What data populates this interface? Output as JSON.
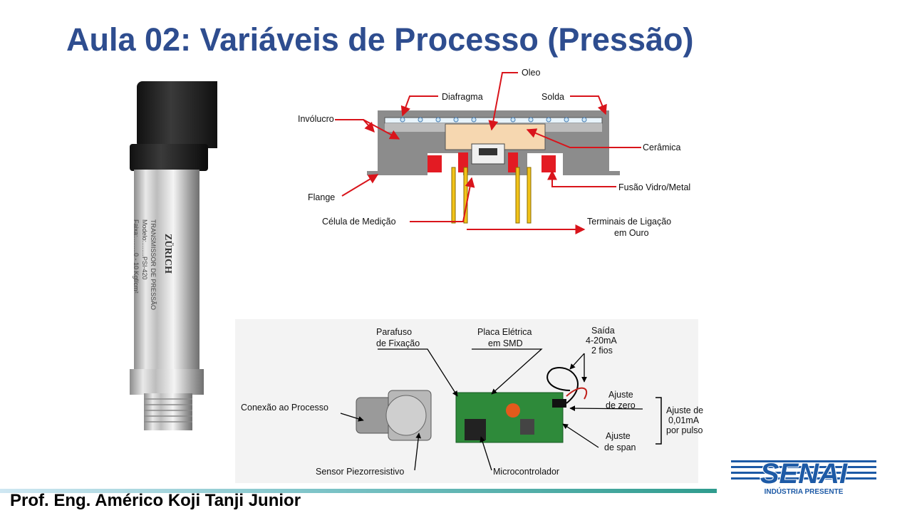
{
  "slide": {
    "title": "Aula 02: Variáveis de Processo (Pressão)",
    "author": "Prof. Eng. Américo Koji Tanji Junior"
  },
  "transmitter": {
    "brand": "ZÜRICH",
    "line1": "TRANSMISSOR DE PRESSÃO",
    "line2": "Modelo:........PSI-420",
    "line3": "Faixa:.........0 - 10 Kgf/cm²"
  },
  "cell_diagram": {
    "labels": {
      "oleo": "Oleo",
      "diafragma": "Diafragma",
      "solda": "Solda",
      "involucro": "Invólucro",
      "ceramica": "Cerâmica",
      "flange": "Flange",
      "fusao": "Fusão Vidro/Metal",
      "celula": "Célula de Medição",
      "terminais_1": "Terminais de Ligação",
      "terminais_2": "em Ouro"
    }
  },
  "board_diagram": {
    "labels": {
      "parafuso_1": "Parafuso",
      "parafuso_2": "de Fixação",
      "placa_1": "Placa Elétrica",
      "placa_2": "em SMD",
      "saida_1": "Saída",
      "saida_2": "4-20mA",
      "saida_3": "2 fios",
      "ajuste_zero_1": "Ajuste",
      "ajuste_zero_2": "de zero",
      "ajuste_span_1": "Ajuste",
      "ajuste_span_2": "de span",
      "ajuste_de_1": "Ajuste de",
      "ajuste_de_2": "0,01mA",
      "ajuste_de_3": "por pulso",
      "conexao": "Conexão ao Processo",
      "sensor": "Sensor Piezorresistivo",
      "micro": "Microcontrolador"
    }
  },
  "logo": {
    "name": "SENAI",
    "tagline": "INDÚSTRIA PRESENTE",
    "color": "#1d5aa6"
  },
  "colors": {
    "title": "#2e4d8f",
    "arrow": "#d9141b"
  }
}
